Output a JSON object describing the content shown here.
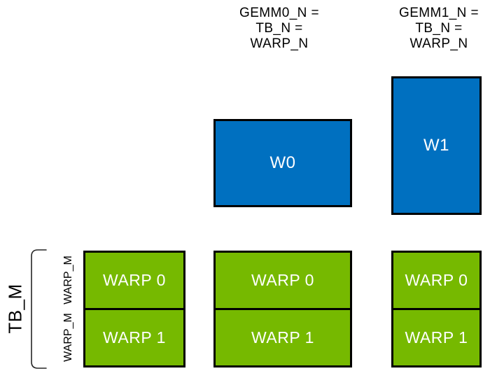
{
  "colors": {
    "blue": "#0070C0",
    "green": "#76B900",
    "outline": "#000000"
  },
  "headers": [
    {
      "lines": [
        "GEMM0_N =",
        "TB_N =",
        "WARP_N"
      ]
    },
    {
      "lines": [
        "GEMM1_N =",
        "TB_N =",
        "WARP_N"
      ]
    }
  ],
  "warp_boxes": [
    {
      "label": "W0"
    },
    {
      "label": "W1"
    }
  ],
  "left_axis": {
    "tb_label": "TB_M",
    "warp_m_labels": [
      "WARP_M",
      "WARP_M"
    ]
  },
  "warp_grid": {
    "columns": [
      {
        "rows": [
          "WARP 0",
          "WARP 1"
        ]
      },
      {
        "rows": [
          "WARP 0",
          "WARP 1"
        ]
      },
      {
        "rows": [
          "WARP 0",
          "WARP 1"
        ]
      }
    ]
  }
}
